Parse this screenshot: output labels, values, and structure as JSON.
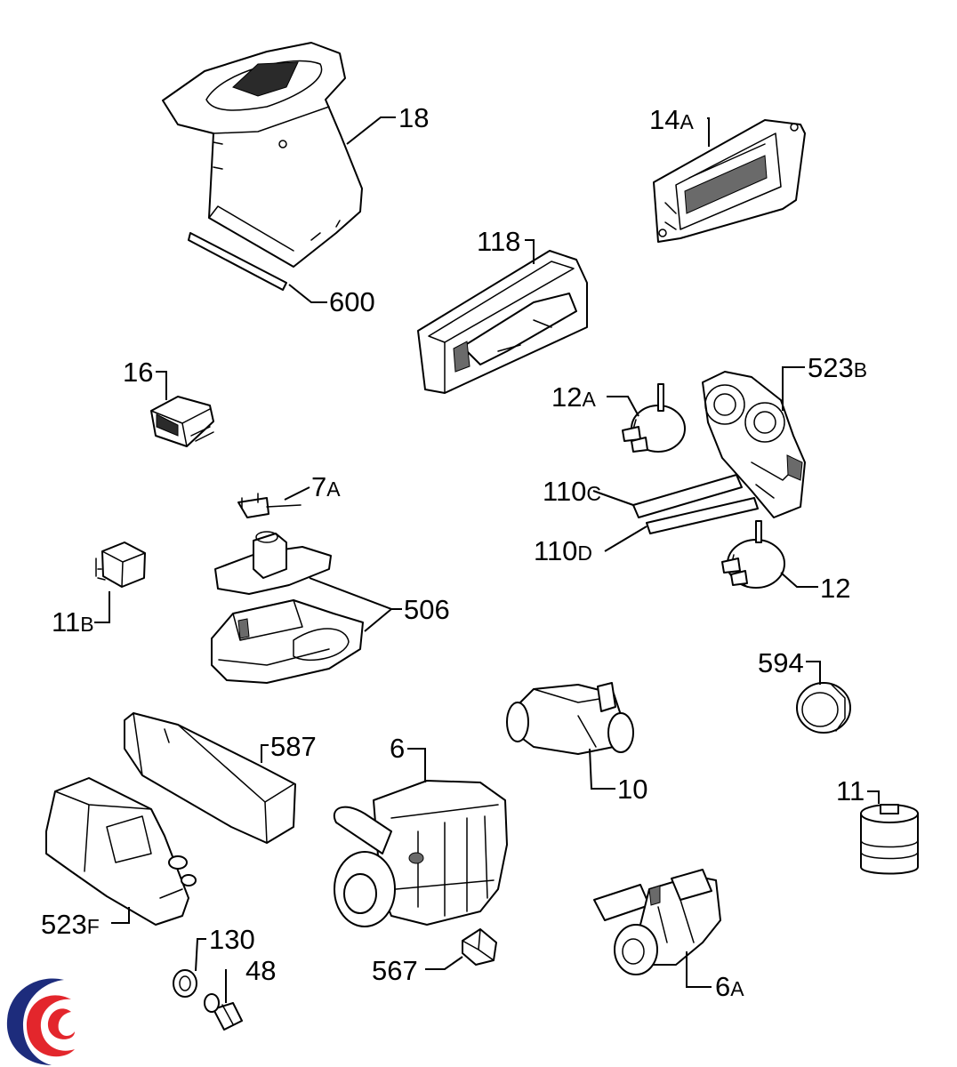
{
  "callouts": [
    {
      "id": "18",
      "num": "18",
      "suffix": ""
    },
    {
      "id": "14a",
      "num": "14",
      "suffix": "A"
    },
    {
      "id": "118",
      "num": "118",
      "suffix": ""
    },
    {
      "id": "600",
      "num": "600",
      "suffix": ""
    },
    {
      "id": "16",
      "num": "16",
      "suffix": ""
    },
    {
      "id": "523b",
      "num": "523",
      "suffix": "B"
    },
    {
      "id": "12a",
      "num": "12",
      "suffix": "A"
    },
    {
      "id": "7a",
      "num": "7",
      "suffix": "A"
    },
    {
      "id": "110c",
      "num": "110",
      "suffix": "C"
    },
    {
      "id": "110d",
      "num": "110",
      "suffix": "D"
    },
    {
      "id": "12",
      "num": "12",
      "suffix": ""
    },
    {
      "id": "11b",
      "num": "11",
      "suffix": "B"
    },
    {
      "id": "506",
      "num": "506",
      "suffix": ""
    },
    {
      "id": "594",
      "num": "594",
      "suffix": ""
    },
    {
      "id": "587",
      "num": "587",
      "suffix": ""
    },
    {
      "id": "6",
      "num": "6",
      "suffix": ""
    },
    {
      "id": "10",
      "num": "10",
      "suffix": ""
    },
    {
      "id": "11",
      "num": "11",
      "suffix": ""
    },
    {
      "id": "523f",
      "num": "523",
      "suffix": "F"
    },
    {
      "id": "130",
      "num": "130",
      "suffix": ""
    },
    {
      "id": "48",
      "num": "48",
      "suffix": ""
    },
    {
      "id": "567",
      "num": "567",
      "suffix": ""
    },
    {
      "id": "6a",
      "num": "6",
      "suffix": "A"
    }
  ],
  "colors": {
    "line": "#000000",
    "background": "#ffffff",
    "logo_red": "#e3262c",
    "logo_blue": "#1d2c7c"
  },
  "logo": {
    "icon": "swirl-logo-icon"
  }
}
